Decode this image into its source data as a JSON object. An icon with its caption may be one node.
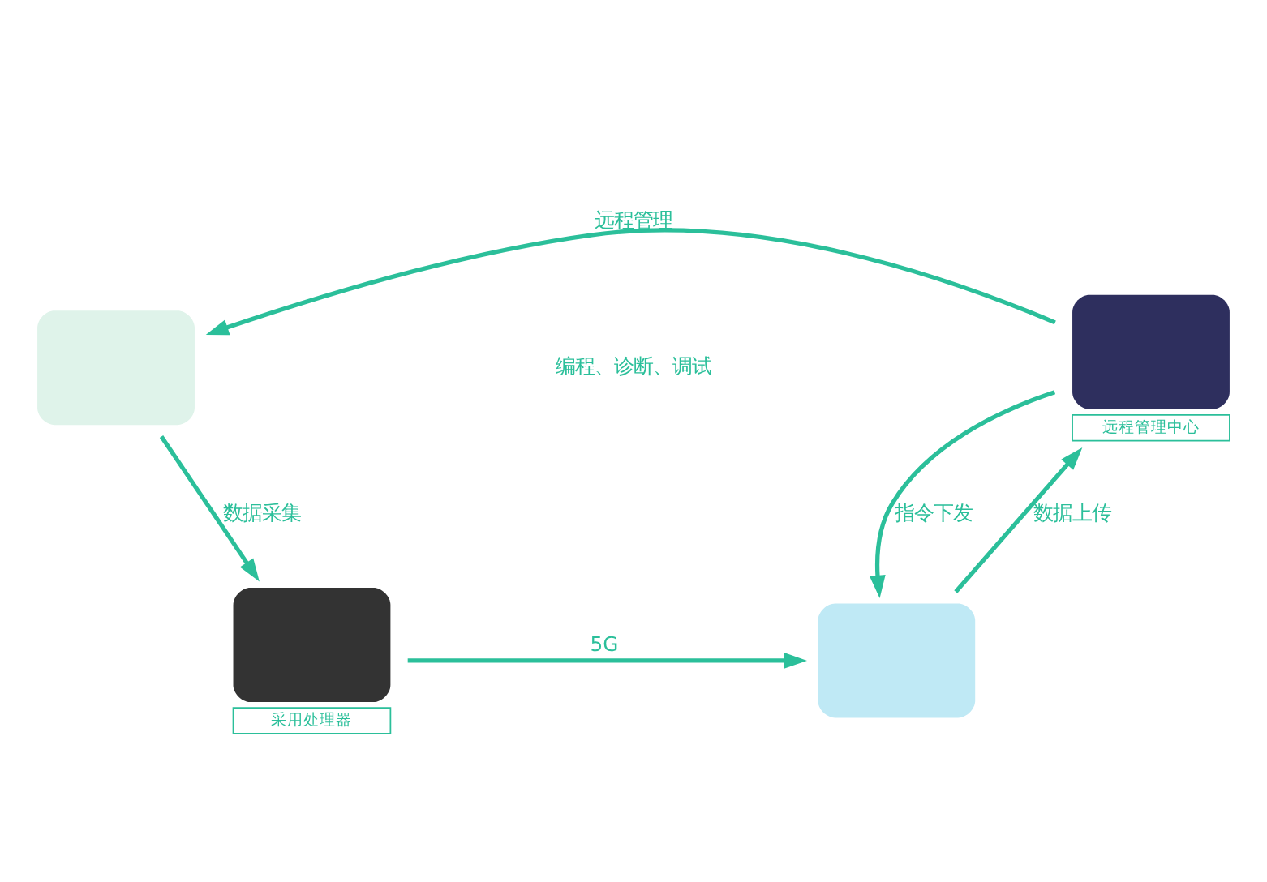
{
  "diagram": {
    "nodes": [
      {
        "text": [],
        "shape": "box"
      },
      {
        "text": [],
        "shape": "box",
        "beside": [
          "远程管理中心"
        ]
      },
      {
        "text": [],
        "shape": "box",
        "beside": [
          "采用处理器"
        ]
      },
      {
        "text": [],
        "shape": "box"
      }
    ],
    "edges": [
      {
        "from": 1,
        "to": 0,
        "arrow": "to",
        "label": "远程管理"
      },
      {
        "from": 0,
        "to": 2,
        "arrow": "to",
        "label": "数据采集"
      },
      {
        "from": 2,
        "to": 3,
        "arrow": "to",
        "label": "5G"
      },
      {
        "from": 3,
        "to": 1,
        "arrow": "to",
        "label": "数据上传"
      },
      {
        "from": 1,
        "to": 3,
        "arrow": "to",
        "label": "指令下发"
      }
    ],
    "labels": [
      "编程、诊断、调试"
    ]
  }
}
